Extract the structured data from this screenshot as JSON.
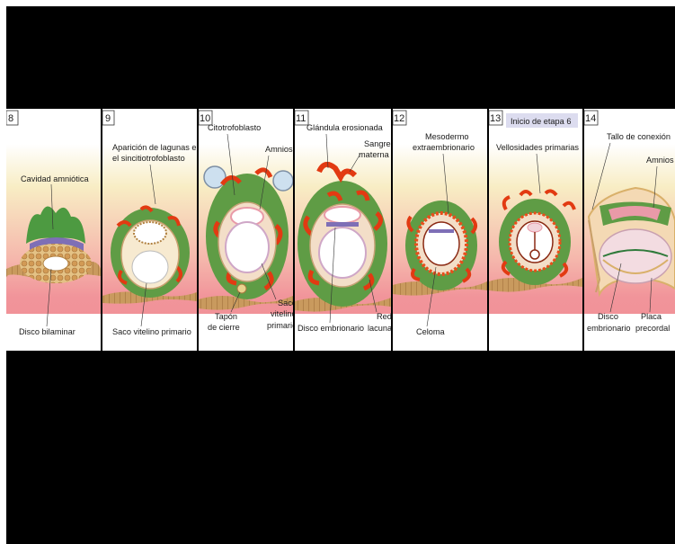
{
  "colors": {
    "background": "#000000",
    "panel_top": "#ffffff",
    "panel_mid": "#f6e7b5",
    "panel_bottom": "#f08f95",
    "trophoblast_green": "#5f9c45",
    "blood_red": "#e23a12",
    "amnion_pink": "#e99aa8",
    "wall_tan": "#d9b06a",
    "highlight_box": "#dcdcef"
  },
  "panels": [
    {
      "number": "8",
      "labels": {
        "top": "Cavidad amniótica",
        "bottom": "Disco bilaminar"
      }
    },
    {
      "number": "9",
      "labels": {
        "top_1": "Aparición de lagunas en",
        "top_2": "el sincitiotrofoblasto",
        "bottom": "Saco vitelino primario"
      }
    },
    {
      "number": "10",
      "labels": {
        "top": "Citotrofoblasto",
        "amnios": "Amnios",
        "saco_1": "Saco",
        "saco_2": "vitelino",
        "saco_3": "primario",
        "tapon_1": "Tapón",
        "tapon_2": "de cierre"
      }
    },
    {
      "number": "11",
      "labels": {
        "top": "Glándula erosionada",
        "sangre_1": "Sangre",
        "sangre_2": "materna",
        "red_1": "Red",
        "red_2": "lacunar",
        "bottom": "Disco embrionario"
      }
    },
    {
      "number": "12",
      "labels": {
        "top_1": "Mesodermo",
        "top_2": "extraembrionario",
        "bottom": "Celoma"
      }
    },
    {
      "number": "13",
      "labels": {
        "header": "Inicio de etapa 6",
        "top": "Vellosidades primarias"
      }
    },
    {
      "number": "14",
      "labels": {
        "top": "Tallo de conexión",
        "amnios": "Amnios",
        "disco_1": "Disco",
        "disco_2": "embrionario",
        "placa_1": "Placa",
        "placa_2": "precordal"
      }
    }
  ]
}
